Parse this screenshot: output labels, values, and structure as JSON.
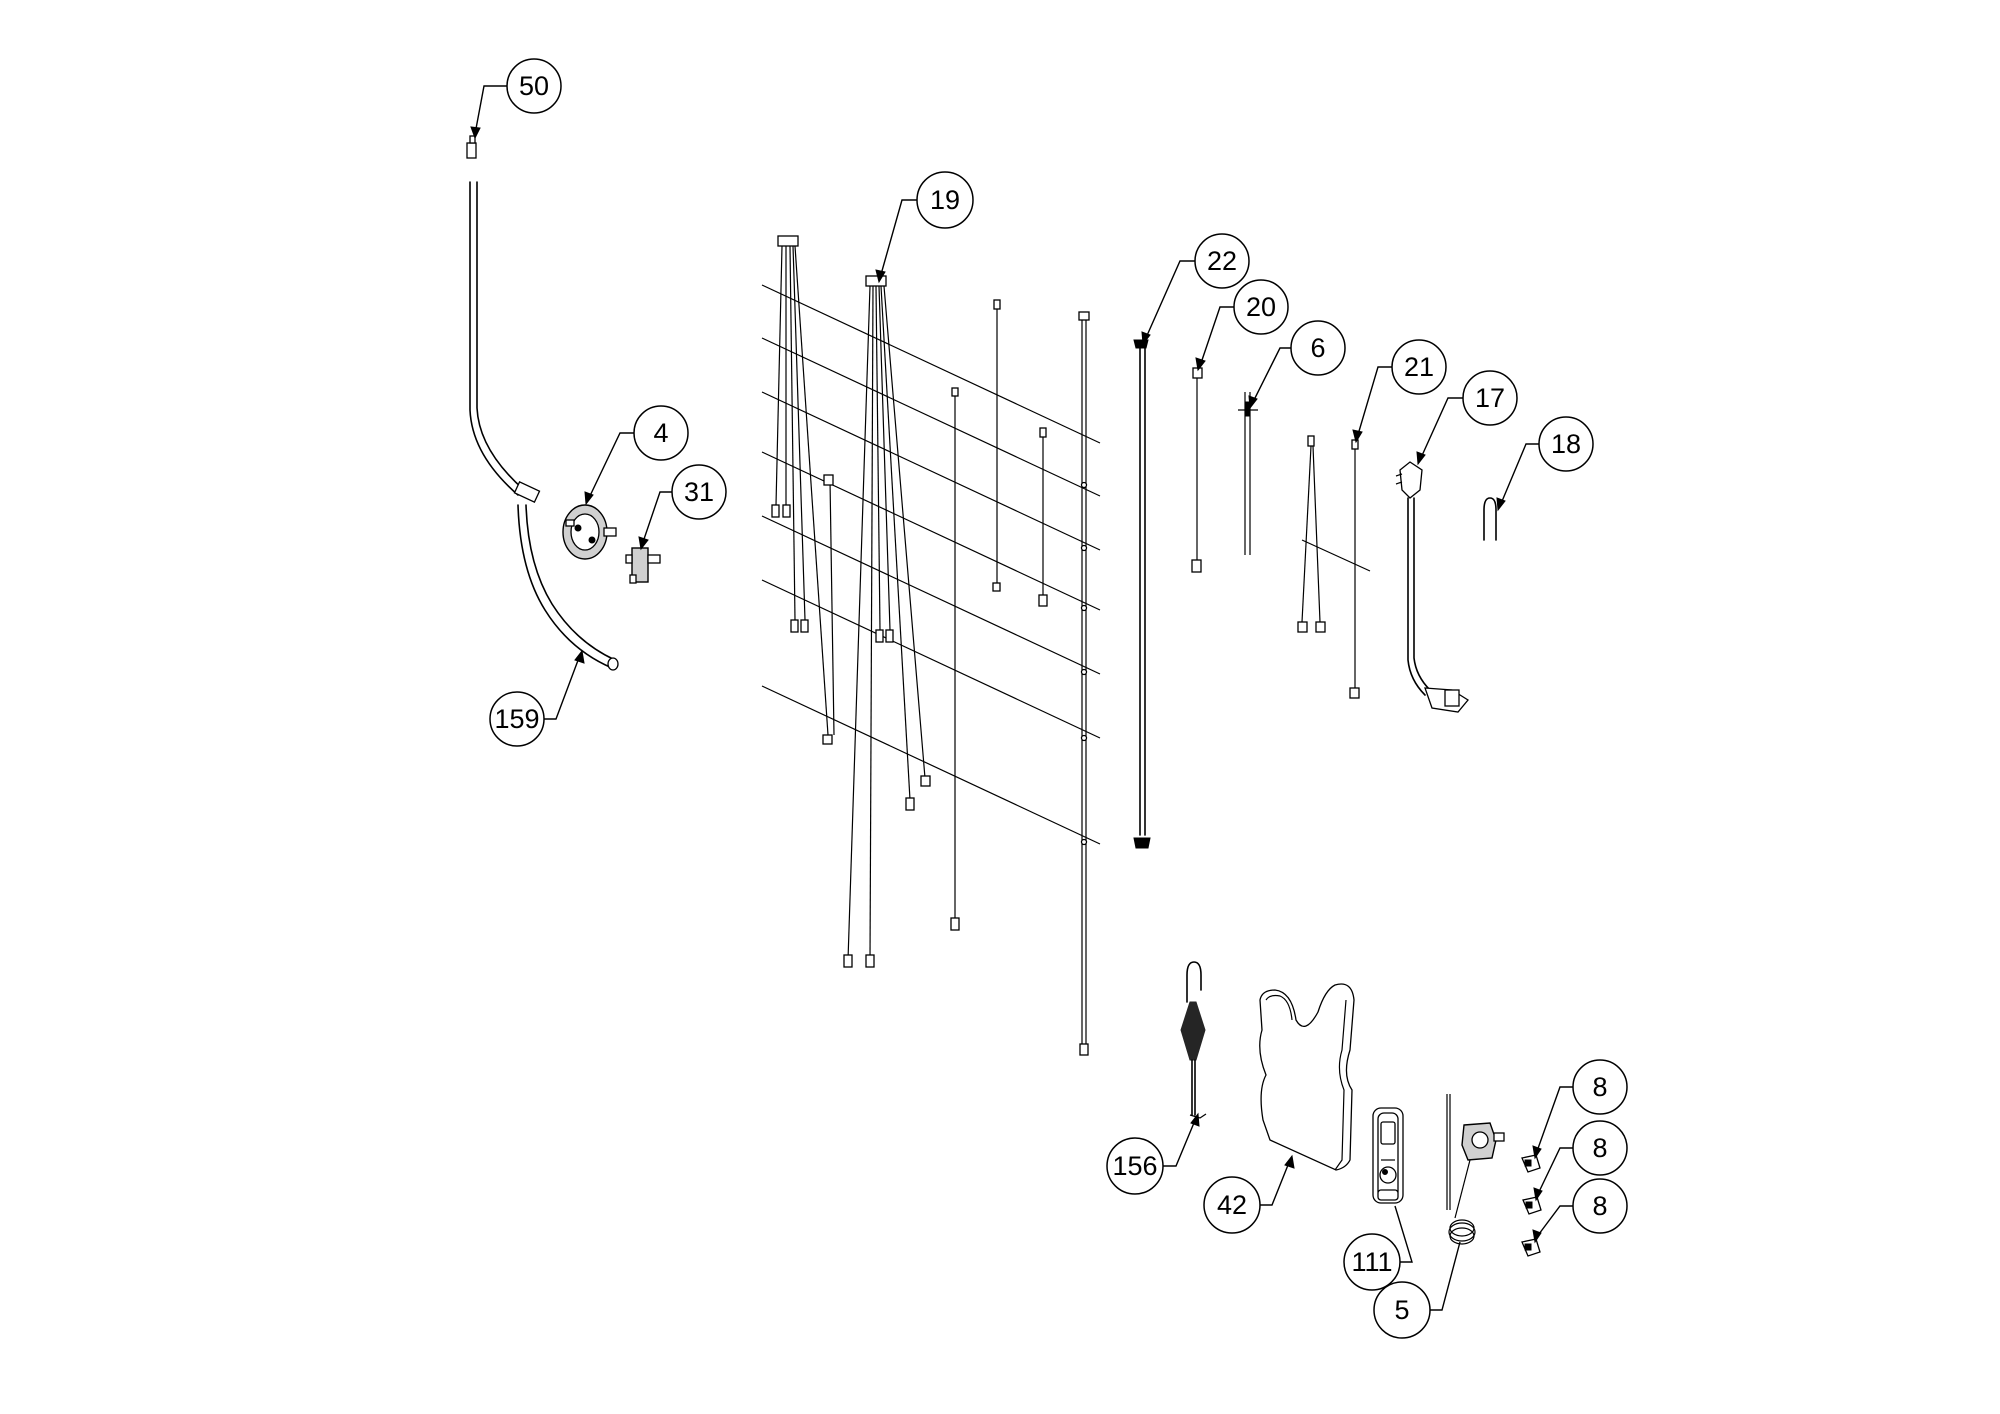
{
  "callouts": [
    {
      "id": "c50",
      "label": "50"
    },
    {
      "id": "c19",
      "label": "19"
    },
    {
      "id": "c22",
      "label": "22"
    },
    {
      "id": "c20",
      "label": "20"
    },
    {
      "id": "c6",
      "label": "6"
    },
    {
      "id": "c21",
      "label": "21"
    },
    {
      "id": "c17",
      "label": "17"
    },
    {
      "id": "c18",
      "label": "18"
    },
    {
      "id": "c4",
      "label": "4"
    },
    {
      "id": "c31",
      "label": "31"
    },
    {
      "id": "c159",
      "label": "159"
    },
    {
      "id": "c156",
      "label": "156"
    },
    {
      "id": "c42",
      "label": "42"
    },
    {
      "id": "c111",
      "label": "111"
    },
    {
      "id": "c5",
      "label": "5"
    },
    {
      "id": "c8a",
      "label": "8"
    },
    {
      "id": "c8b",
      "label": "8"
    },
    {
      "id": "c8c",
      "label": "8"
    }
  ]
}
